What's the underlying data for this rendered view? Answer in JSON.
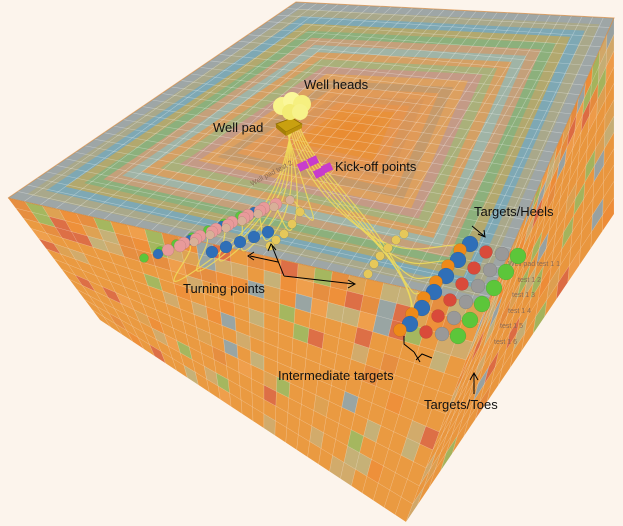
{
  "annotations": {
    "well_heads": "Well heads",
    "well_pad": "Well pad",
    "kick_off_points": "Kick-off points",
    "targets_heels": "Targets/Heels",
    "turning_points": "Turning points",
    "intermediate_targets": "Intermediate targets",
    "targets_toes": "Targets/Toes"
  },
  "well_labels_group_2": [
    "Well pad test 2"
  ],
  "well_labels_group_1": [
    "Well pad test 1 1",
    "test 1 2",
    "test 1 3",
    "test 1 4",
    "test 1 5",
    "test 1 6"
  ],
  "colors": {
    "background": "#fcf4ec",
    "grid_orange": "#e8913a",
    "well_head": "#f8f48a",
    "well_pad": "#d8b414",
    "kick_off": "#c83ccc",
    "turning_point": "#e6c85a",
    "heel_blue": "#2f6fb8",
    "intermediate_orange": "#ee8a18",
    "intermediate_red": "#d94a3a",
    "intermediate_pink": "#e89a9a",
    "toe_green": "#5cc63a",
    "toe_gray": "#999999",
    "trajectory": "#f0dc5a"
  }
}
